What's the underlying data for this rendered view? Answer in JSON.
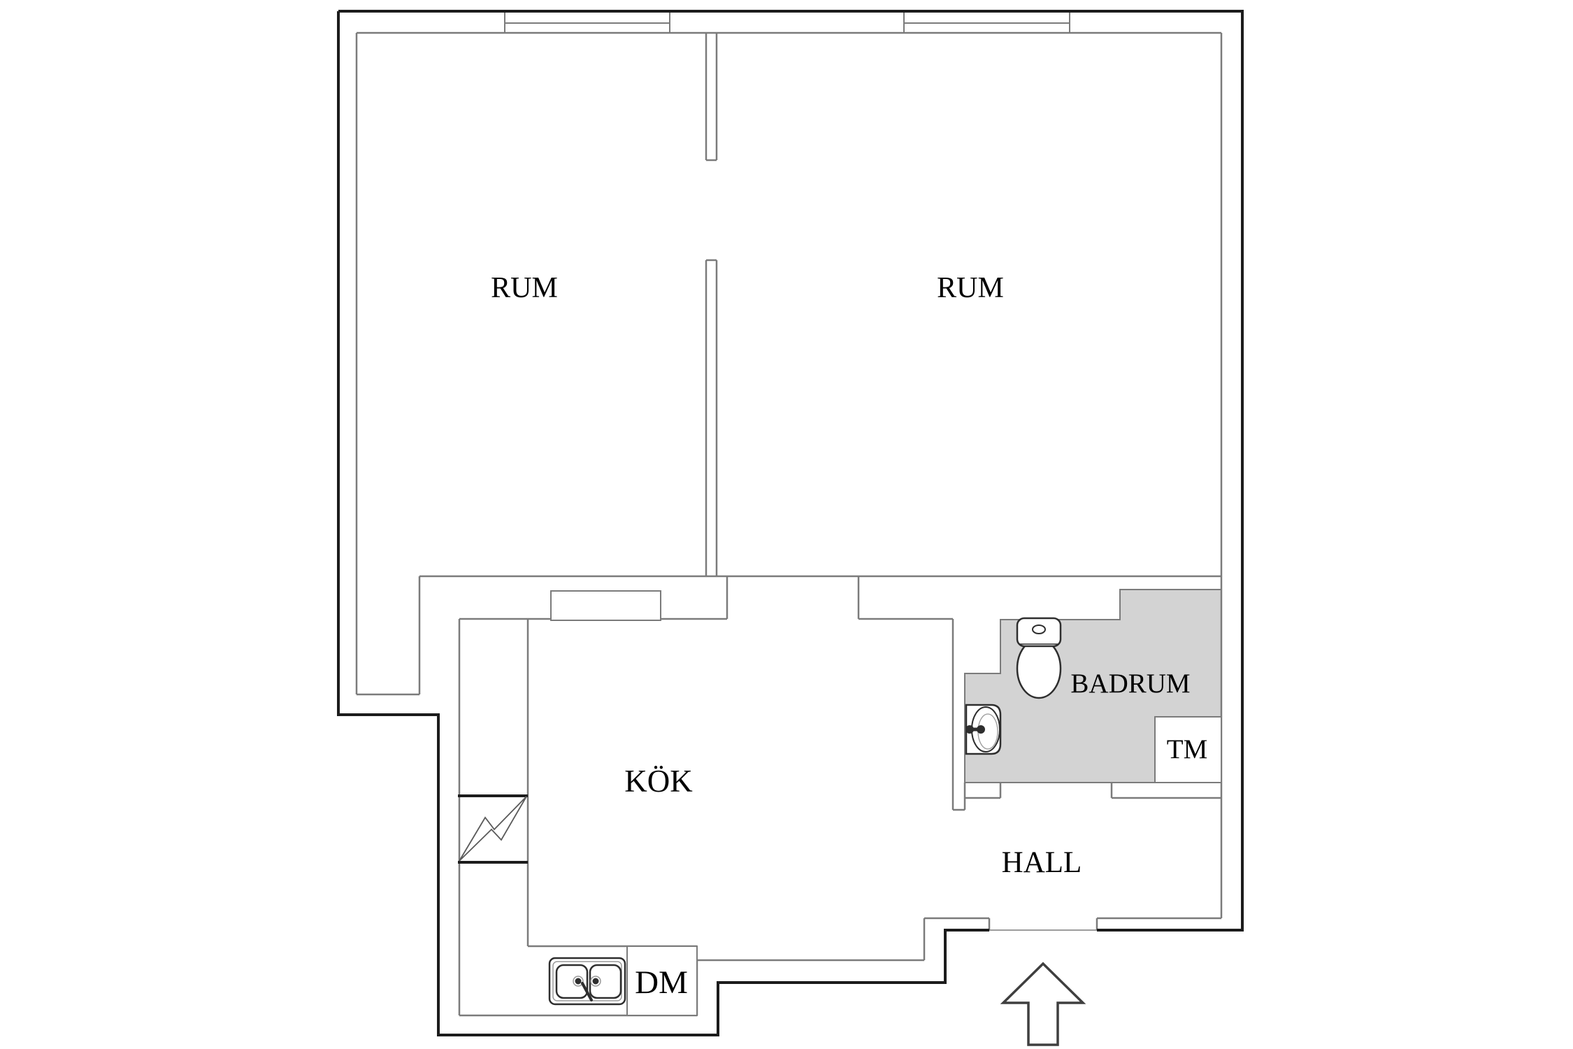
{
  "floorplan": {
    "labels": {
      "room_left": "RUM",
      "room_right": "RUM",
      "kitchen": "KÖK",
      "bathroom": "BADRUM",
      "washing_machine": "TM",
      "hall": "HALL",
      "dishwasher": "DM"
    },
    "colors": {
      "background": "#ffffff",
      "outer_wall": "#1c1c1c",
      "inner_wall": "#7b7b7b",
      "bathroom_floor": "#d3d3d3",
      "fixture": "#2e2e2e",
      "fixture_detail": "#9a9a9a",
      "electric_symbol": "#5a5a5a",
      "arrow": "#3f3f3f",
      "label": "#000000"
    }
  }
}
